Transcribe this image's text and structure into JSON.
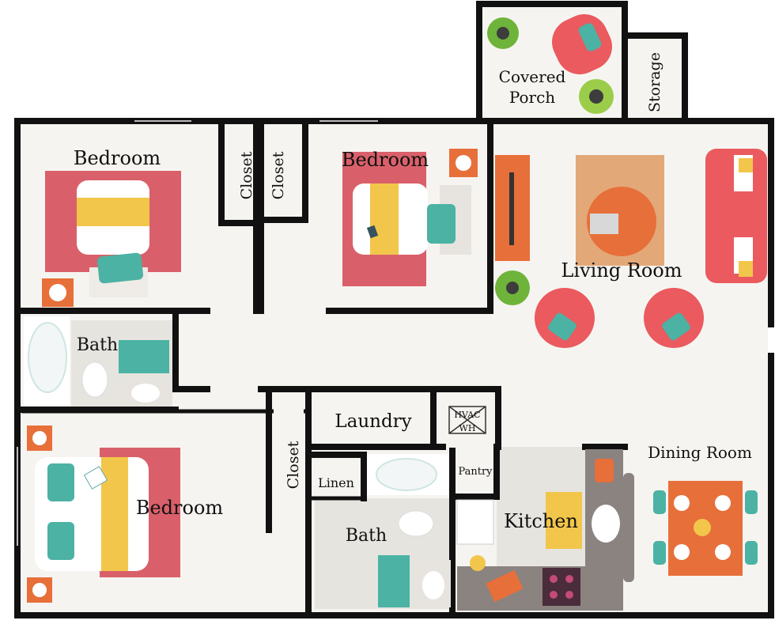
{
  "rooms": {
    "bedroom_top_left": "Bedroom",
    "bedroom_top_middle": "Bedroom",
    "bedroom_bottom_left": "Bedroom",
    "closet_a": "Closet",
    "closet_b": "Closet",
    "closet_c": "Closet",
    "covered_porch_line1": "Covered",
    "covered_porch_line2": "Porch",
    "storage": "Storage",
    "living_room": "Living Room",
    "bath_upper": "Bath",
    "bath_lower": "Bath",
    "laundry": "Laundry",
    "hvac": "HVAC",
    "wh": "WH",
    "linen": "Linen",
    "pantry": "Pantry",
    "kitchen": "Kitchen",
    "dining_room": "Dining Room"
  },
  "colors": {
    "wall": "#111111",
    "floor_wood": "#f4f1ec",
    "tile": "#e8e6e1",
    "rug_pink": "#d9606a",
    "bed_white": "#ffffff",
    "yellow": "#f2c64a",
    "teal": "#4bb2a4",
    "orange": "#e76f3a",
    "counter_gray": "#8a8380",
    "accent_red": "#ea5a5f"
  }
}
